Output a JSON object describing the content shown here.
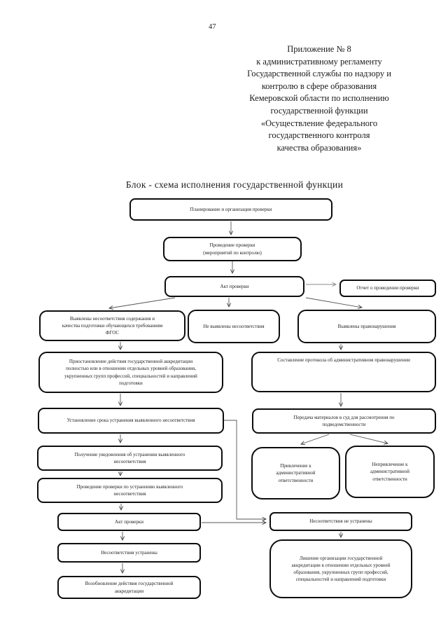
{
  "page_number": "47",
  "header_lines": [
    "Приложение № 8",
    "к административному регламенту",
    "Государственной службы по надзору и",
    "контролю в сфере образования",
    "Кемеровской области по исполнению",
    "государственной функции",
    "«Осуществление федерального",
    "государственного контроля",
    "качества образования»"
  ],
  "title": "Блок - схема исполнения государственной функции",
  "flowchart": {
    "nodes": [
      {
        "id": "planning",
        "label": "Планирование и организация проверки"
      },
      {
        "id": "inspection",
        "label": "Проведение проверки\n(мероприятий по контролю)"
      },
      {
        "id": "inspection-act",
        "label": "Акт проверки"
      },
      {
        "id": "inspection-report",
        "label": "Отчет о проведении проверки"
      },
      {
        "id": "nonconformity-found",
        "label": "Выявлены несоответствия содержания и\nкачества подготовки обучающихся требованиям\nФГОС"
      },
      {
        "id": "no-nonconformity",
        "label": "Не выявлены несоответствия"
      },
      {
        "id": "violations-found",
        "label": "Выявлены правонарушения"
      },
      {
        "id": "accreditation-suspension",
        "label": "Приостановление действия государственной аккредитации\nполностью или в отношении отдельных уровней образования,\nукрупненных групп профессий, специальностей и направлений\nподготовки"
      },
      {
        "id": "protocol-drafting",
        "label": "Составление протокола об административном правонарушении"
      },
      {
        "id": "deadline-setting",
        "label": "Установление срока устранения выявленного несоответствия"
      },
      {
        "id": "court-transfer",
        "label": "Передача материалов в суд для рассмотрения по\nподведомственности"
      },
      {
        "id": "notification-received",
        "label": "Получение уведомления об устранении выявленного\nнесоответствия"
      },
      {
        "id": "prosecution",
        "label": "Привлечение к\nадминистративной\nответственности"
      },
      {
        "id": "no-prosecution",
        "label": "Непривлечение к\nадминистративной\nответственности"
      },
      {
        "id": "reinspection",
        "label": "Проведение проверки по устранению выявленного\nнесоответствия"
      },
      {
        "id": "reinspection-act",
        "label": "Акт проверки"
      },
      {
        "id": "not-eliminated",
        "label": "Несоответствия не устранены"
      },
      {
        "id": "eliminated",
        "label": "Несоответствия устранены"
      },
      {
        "id": "accreditation-revocation",
        "label": "Лишение организации государственной\nаккредитации в отношении отдельных уровней\nобразования, укрупненных групп профессий,\nспециальностей и направлений подготовки"
      },
      {
        "id": "accreditation-renewal",
        "label": "Возобновление действия государственной\nаккредитации"
      }
    ]
  }
}
